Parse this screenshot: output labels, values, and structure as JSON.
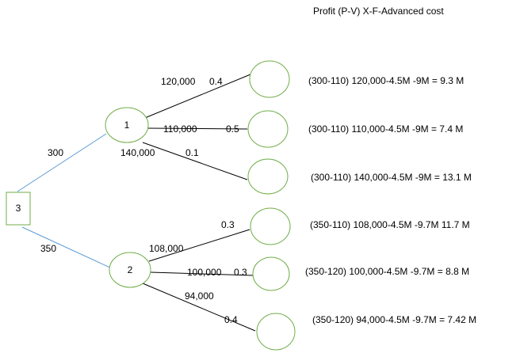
{
  "header": {
    "text": "Profit (P-V) X-F-Advanced cost"
  },
  "decision_node": {
    "label": "3"
  },
  "chance_nodes": [
    {
      "label": "1",
      "branch_value": "300"
    },
    {
      "label": "2",
      "branch_value": "350"
    }
  ],
  "outcomes": [
    {
      "quantity": "120,000",
      "probability": "0.4",
      "formula": "(300-110) 120,000-4.5M -9M = 9.3 M"
    },
    {
      "quantity": "110,000",
      "probability": "0.5",
      "formula": "(300-110) 110,000-4.5M -9M = 7.4 M"
    },
    {
      "quantity": "140,000",
      "probability": "0.1",
      "formula": "(300-110) 140,000-4.5M -9M = 13.1 M"
    },
    {
      "quantity": "108,000",
      "probability": "0.3",
      "formula": "(350-110) 108,000-4.5M -9.7M 11.7 M"
    },
    {
      "quantity": "100,000",
      "probability": "0.3",
      "formula": "(350-120) 100,000-4.5M -9.7M = 8.8 M"
    },
    {
      "quantity": "94,000",
      "probability": "0.4",
      "formula": "(350-120) 94,000-4.5M -9.7M = 7.42 M"
    }
  ],
  "colors": {
    "decision_edge": "#5b9bd5",
    "node_stroke": "#70ad47",
    "outcome_edge": "#000000"
  }
}
